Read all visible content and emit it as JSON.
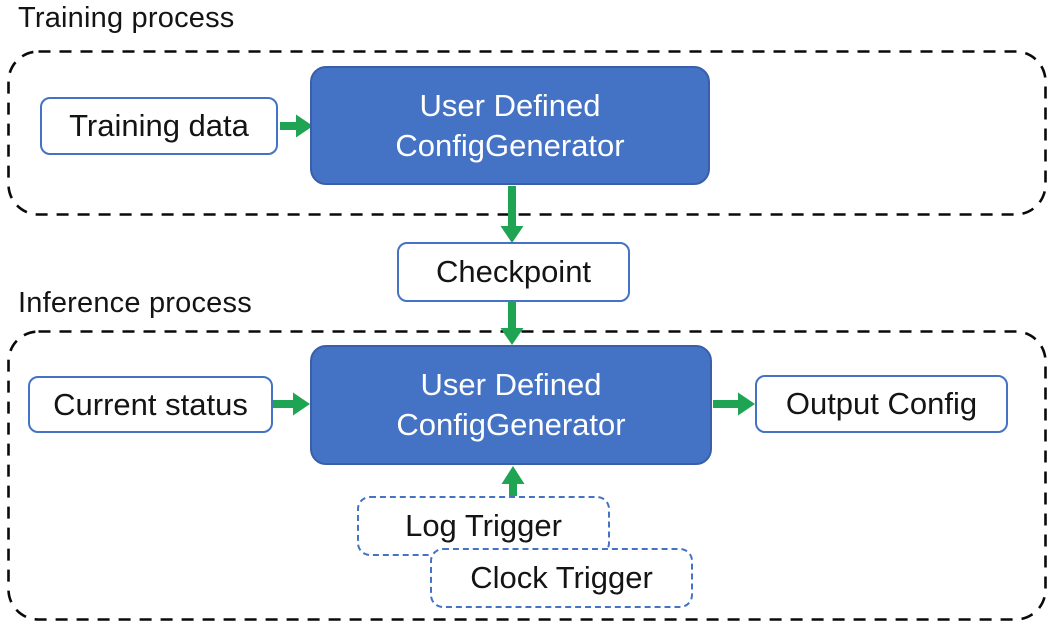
{
  "colors": {
    "accent_blue": "#4472c4",
    "accent_blue_dark": "#3a5fa9",
    "arrow_green": "#1fa453",
    "outline_black": "#0a0a0a"
  },
  "training_section": {
    "title": "Training process",
    "training_data_label": "Training data",
    "generator_label": "User Defined\nConfigGenerator"
  },
  "checkpoint_label": "Checkpoint",
  "inference_section": {
    "title": "Inference process",
    "current_status_label": "Current status",
    "generator_label": "User Defined\nConfigGenerator",
    "output_config_label": "Output Config",
    "log_trigger_label": "Log Trigger",
    "clock_trigger_label": "Clock Trigger"
  }
}
